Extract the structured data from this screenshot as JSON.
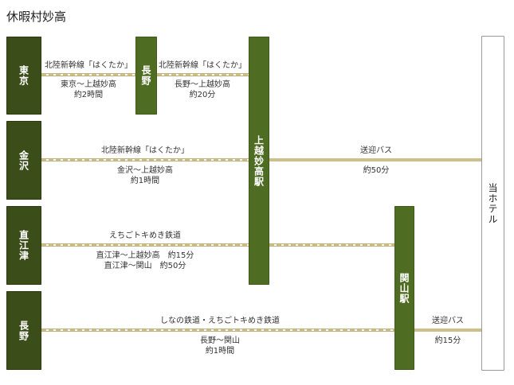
{
  "title": "休暇村妙高",
  "stations": {
    "tokyo": "東京",
    "nagano_mid": "長野",
    "kanazawa": "金沢",
    "naoetsu": "直江津",
    "nagano": "長野",
    "joetsu": "上越妙高駅",
    "sekiyama": "関山駅",
    "hotel": "当ホテル"
  },
  "routes": {
    "tokyo_nagano": {
      "line": "北陸新幹線「はくたか」",
      "detail1": "東京～上越妙高",
      "detail2": "約2時間"
    },
    "nagano_joetsu": {
      "line": "北陸新幹線「はくたか」",
      "detail1": "長野～上越妙高",
      "detail2": "約20分"
    },
    "kanazawa_joetsu": {
      "line": "北陸新幹線「はくたか」",
      "detail1": "金沢～上越妙高",
      "detail2": "約1時間"
    },
    "joetsu_hotel": {
      "line": "送迎バス",
      "detail1": "約50分"
    },
    "naoetsu": {
      "line": "えちごトキめき鉄道",
      "detail1": "直江津～上越妙高　約15分",
      "detail2": "直江津～関山　約50分"
    },
    "nagano_sekiyama": {
      "line": "しなの鉄道・えちごトキめき鉄道",
      "detail1": "長野～関山",
      "detail2": "約1時間"
    },
    "sekiyama_hotel": {
      "line": "送迎バス",
      "detail1": "約15分"
    }
  },
  "colors": {
    "origin_box": "#3b4d19",
    "station_box": "#4e6c22",
    "line": "#cdbf88"
  }
}
